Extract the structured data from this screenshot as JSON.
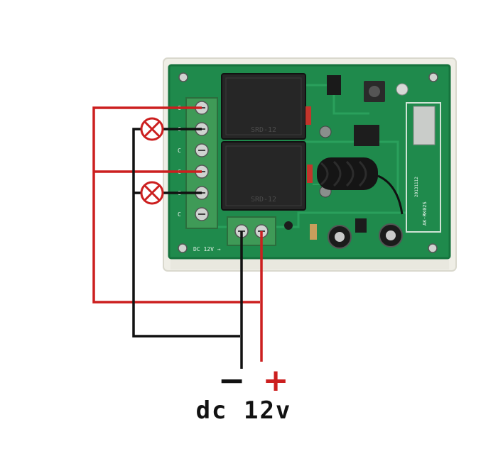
{
  "power": {
    "minus_sign": "−",
    "plus_sign": "+",
    "label": "dc 12v"
  },
  "board": {
    "relay1_text": "SRD-12",
    "relay2_text": "SRD-12",
    "dc_label": "DC 12V →",
    "module_label": "AK-RK02S",
    "module_date": "20131112",
    "terminal_marks": [
      "C",
      "C",
      "C",
      "C",
      "C",
      "C"
    ]
  },
  "colors": {
    "pcb": "#1f8a4c",
    "pcb_dark": "#16733d",
    "case": "#efeee6",
    "terminal": "#3f9a57",
    "relay": "#262626",
    "wire_red": "#cc1f1f",
    "wire_black": "#111111",
    "lamp": "#cc1f1f"
  },
  "icons": {
    "lamp": "lamp-icon"
  }
}
